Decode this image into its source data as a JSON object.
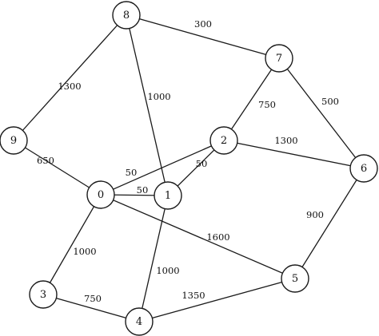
{
  "graph": {
    "nodes": [
      {
        "id": "0",
        "label": "0"
      },
      {
        "id": "1",
        "label": "1"
      },
      {
        "id": "2",
        "label": "2"
      },
      {
        "id": "3",
        "label": "3"
      },
      {
        "id": "4",
        "label": "4"
      },
      {
        "id": "5",
        "label": "5"
      },
      {
        "id": "6",
        "label": "6"
      },
      {
        "id": "7",
        "label": "7"
      },
      {
        "id": "8",
        "label": "8"
      },
      {
        "id": "9",
        "label": "9"
      }
    ],
    "edges": [
      {
        "from": "8",
        "to": "7",
        "weight": "300"
      },
      {
        "from": "8",
        "to": "9",
        "weight": "1300"
      },
      {
        "from": "8",
        "to": "1",
        "weight": "1000"
      },
      {
        "from": "9",
        "to": "0",
        "weight": "650"
      },
      {
        "from": "7",
        "to": "2",
        "weight": "750"
      },
      {
        "from": "7",
        "to": "6",
        "weight": "500"
      },
      {
        "from": "2",
        "to": "6",
        "weight": "1300"
      },
      {
        "from": "0",
        "to": "2",
        "weight": "50"
      },
      {
        "from": "1",
        "to": "2",
        "weight": "50"
      },
      {
        "from": "0",
        "to": "1",
        "weight": "50"
      },
      {
        "from": "0",
        "to": "5",
        "weight": "1600"
      },
      {
        "from": "6",
        "to": "5",
        "weight": "900"
      },
      {
        "from": "0",
        "to": "3",
        "weight": "1000"
      },
      {
        "from": "1",
        "to": "4",
        "weight": "1000"
      },
      {
        "from": "3",
        "to": "4",
        "weight": "750"
      },
      {
        "from": "4",
        "to": "5",
        "weight": "1350"
      }
    ]
  }
}
